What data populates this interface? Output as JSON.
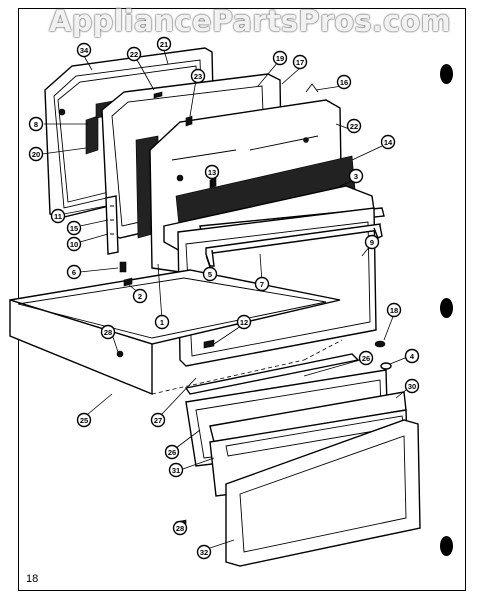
{
  "watermark": "AppliancePartsPros.com",
  "page_number": "18",
  "callouts": [
    "34",
    "21",
    "22",
    "23",
    "19",
    "17",
    "16",
    "8",
    "20",
    "22",
    "14",
    "13",
    "3",
    "11",
    "15",
    "10",
    "9",
    "5",
    "7",
    "6",
    "2",
    "1",
    "12",
    "28",
    "18",
    "4",
    "26",
    "25",
    "27",
    "26",
    "30",
    "31",
    "28",
    "32"
  ]
}
